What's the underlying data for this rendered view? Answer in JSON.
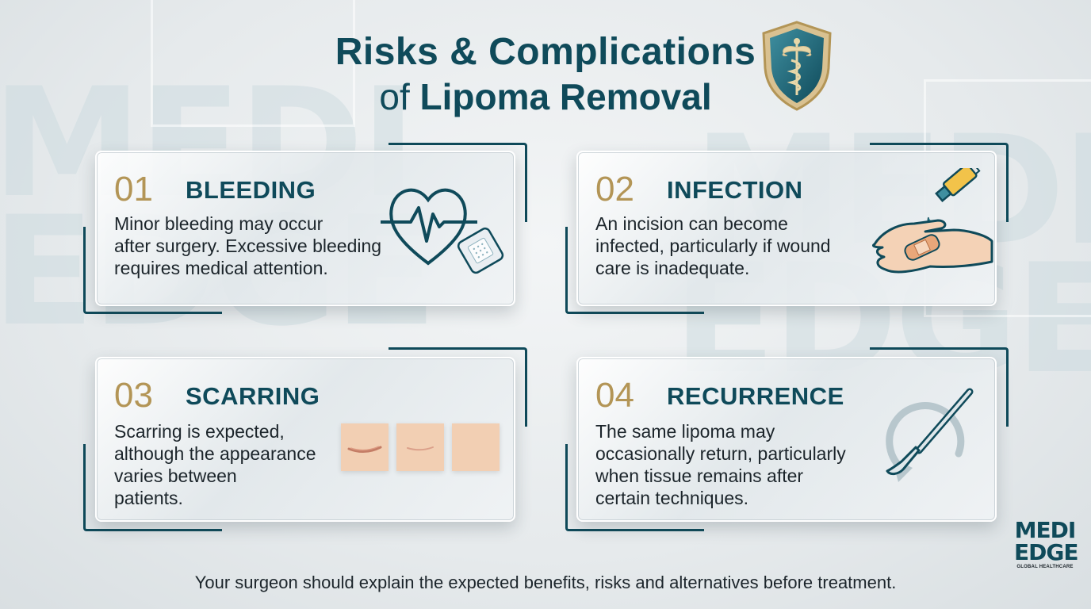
{
  "title": {
    "line1": "Risks & Complications",
    "line2_prefix": "of",
    "line2_main": "Lipoma Removal"
  },
  "watermark": {
    "left_top": "MEDI",
    "left_bottom": "EDGE",
    "right_top": "MEDI",
    "right_bottom": "EDGE"
  },
  "cards": [
    {
      "number": "01",
      "title": "BLEEDING",
      "text_lines": [
        "Minor bleeding may occur",
        "after surgery. Excessive bleeding",
        "requires medical attention."
      ],
      "icon": "heartbeat-bandage-icon"
    },
    {
      "number": "02",
      "title": "INFECTION",
      "text_lines": [
        "An incision can become",
        "infected, particularly if wound",
        "care is inadequate."
      ],
      "icon": "hand-ointment-icon"
    },
    {
      "number": "03",
      "title": "SCARRING",
      "text_lines": [
        "Scarring is expected,",
        "although the appearance",
        "varies between",
        "patients."
      ],
      "icon": "scar-skin-swatches-icon"
    },
    {
      "number": "04",
      "title": "RECURRENCE",
      "text_lines": [
        "The same lipoma may",
        "occasionally return, particularly",
        "when tissue remains after",
        "certain techniques."
      ],
      "icon": "scalpel-recurrence-icon"
    }
  ],
  "footer": "Your surgeon should explain the expected benefits, risks and alternatives before treatment.",
  "logo": {
    "line1": "MEDI",
    "line2": "EDGE",
    "tagline": "GLOBAL HEALTHCARE"
  },
  "colors": {
    "primary_teal": "#0f4a5a",
    "accent_gold": "#b39556",
    "text_dark": "#1c252b",
    "skin": "#f2cfb3"
  }
}
